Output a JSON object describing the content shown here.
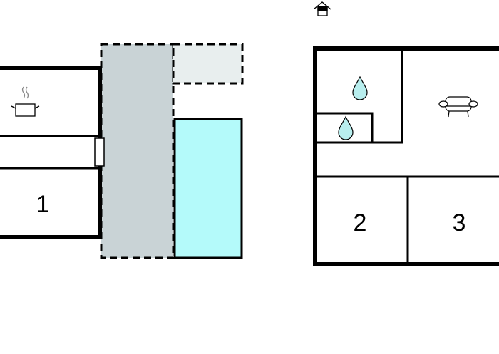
{
  "rooms": {
    "room_1": "1",
    "room_2": "2",
    "room_3": "3"
  },
  "icons": [
    "house-entrance-icon",
    "kitchen-pot-icon",
    "water-drop-icon",
    "water-drop-icon",
    "sofa-icon"
  ],
  "colors": {
    "terrace": "#c9d3d6",
    "terrace_light": "#e8eeee",
    "pool": "#b4fafa",
    "wall": "#000000",
    "drop": "#b8eeee"
  }
}
